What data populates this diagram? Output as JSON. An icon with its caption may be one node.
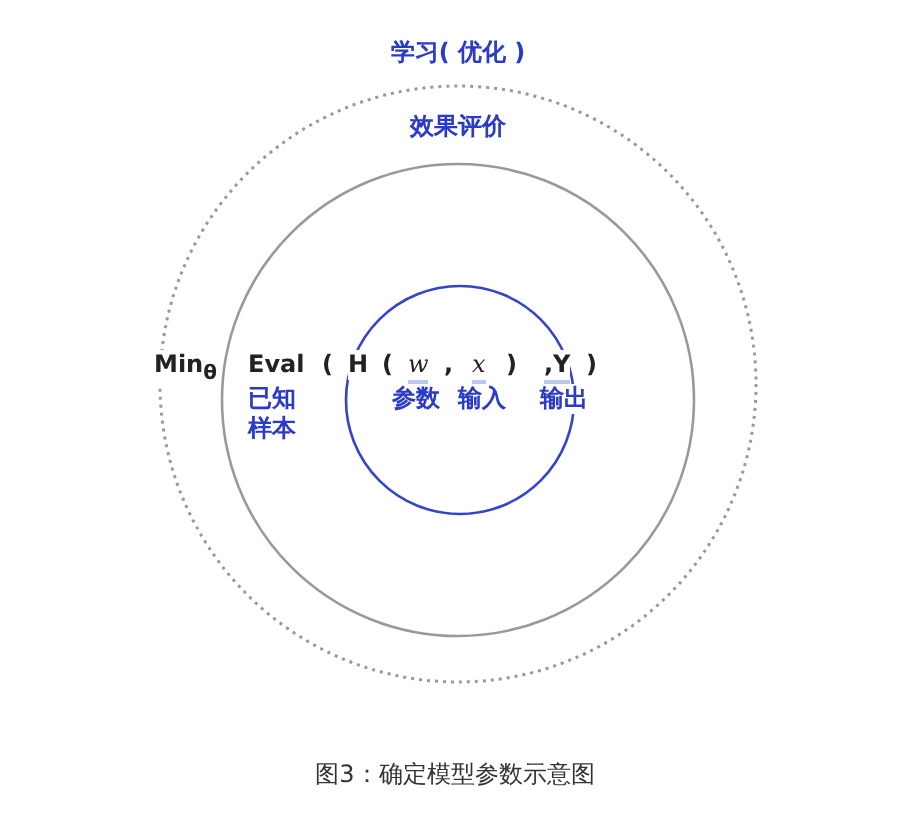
{
  "diagram": {
    "caption": "图3：确定模型参数示意图",
    "nodes": [
      {
        "text": [
          "学习( 优化 )"
        ]
      },
      {
        "text": [
          "效果评价"
        ],
        "in": 0
      },
      {
        "text": [],
        "shape": "circle",
        "in": 1
      }
    ],
    "labels": [
      "Min$_{θ}$",
      "Eval",
      "(",
      "H",
      "(",
      "w",
      ",",
      "x",
      ")",
      ",Y",
      ")",
      "已知样本",
      "参数",
      "输入",
      "输出"
    ]
  }
}
